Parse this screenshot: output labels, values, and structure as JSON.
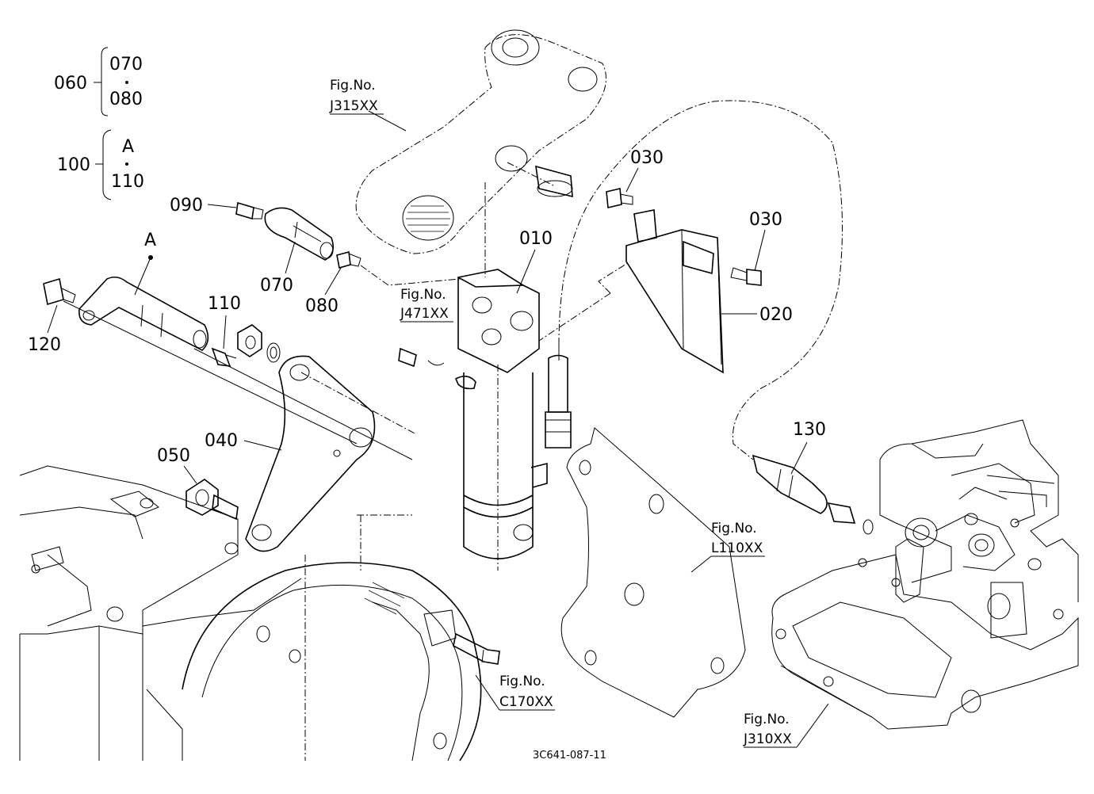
{
  "diagram_code": "3C641-087-11",
  "groups": [
    {
      "parent": "060",
      "children": [
        "070",
        "080"
      ]
    },
    {
      "parent": "100",
      "children": [
        "A",
        "110"
      ]
    }
  ],
  "parts": {
    "p010": "010",
    "p020": "020",
    "p030a": "030",
    "p030b": "030",
    "p040": "040",
    "p050": "050",
    "p070": "070",
    "p080": "080",
    "p090": "090",
    "p110": "110",
    "p120": "120",
    "p130": "130",
    "pA": "A"
  },
  "fig_refs": [
    {
      "label": "Fig.No.",
      "code": "J315XX"
    },
    {
      "label": "Fig.No.",
      "code": "J471XX"
    },
    {
      "label": "Fig.No.",
      "code": "L110XX"
    },
    {
      "label": "Fig.No.",
      "code": "C170XX"
    },
    {
      "label": "Fig.No.",
      "code": "J310XX"
    }
  ]
}
